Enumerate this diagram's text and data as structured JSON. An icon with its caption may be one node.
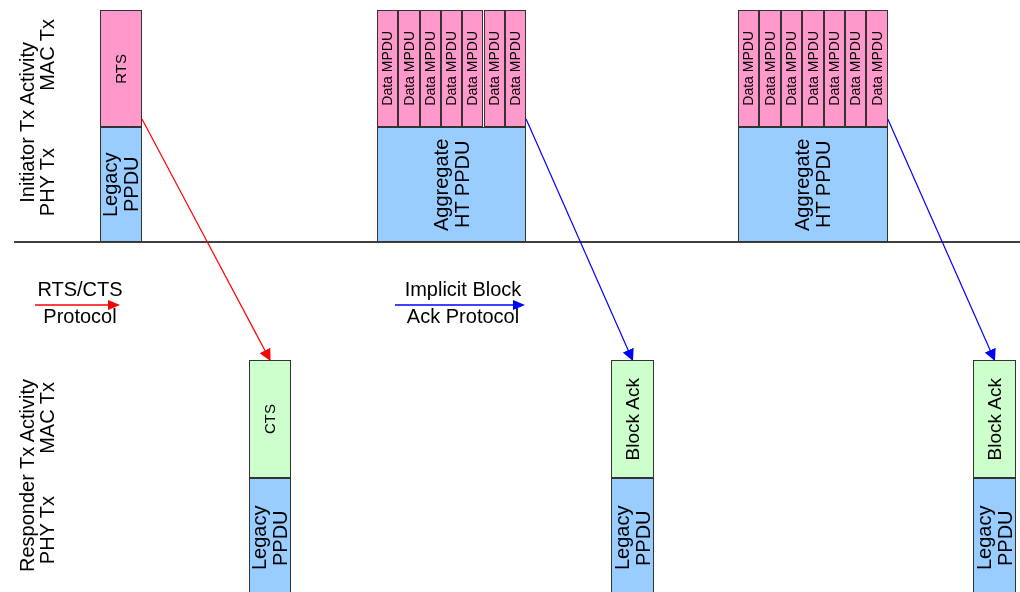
{
  "diagram": {
    "nodes": [
      {
        "text": [
          "RTS"
        ]
      },
      {
        "text": [
          "Legacy PPDU"
        ]
      },
      {
        "text": [
          "Data MPDU"
        ]
      },
      {
        "text": [
          "Data MPDU"
        ]
      },
      {
        "text": [
          "Data MPDU"
        ]
      },
      {
        "text": [
          "Data MPDU"
        ]
      },
      {
        "text": [
          "Data MPDU"
        ]
      },
      {
        "text": [
          "Data MPDU"
        ]
      },
      {
        "text": [
          "Data MPDU"
        ]
      },
      {
        "text": [
          "Aggregate HT PPDU"
        ]
      },
      {
        "text": [
          "Data MPDU"
        ]
      },
      {
        "text": [
          "Data MPDU"
        ]
      },
      {
        "text": [
          "Data MPDU"
        ]
      },
      {
        "text": [
          "Data MPDU"
        ]
      },
      {
        "text": [
          "Data MPDU"
        ]
      },
      {
        "text": [
          "Data MPDU"
        ]
      },
      {
        "text": [
          "Data MPDU"
        ]
      },
      {
        "text": [
          "Aggregate HT PPDU"
        ]
      },
      {
        "text": [
          "CTS"
        ]
      },
      {
        "text": [
          "Legacy PPDU"
        ]
      },
      {
        "text": [
          "Block Ack"
        ]
      },
      {
        "text": [
          "Legacy PPDU"
        ]
      },
      {
        "text": [
          "Block Ack"
        ]
      },
      {
        "text": [
          "Legacy PPDU"
        ]
      }
    ],
    "edges": [
      {
        "from": 0,
        "to": 18,
        "arrow": "to",
        "color": "#ff0000"
      },
      {
        "from": 8,
        "to": 20,
        "arrow": "to"
      },
      {
        "from": 16,
        "to": 22,
        "arrow": "to"
      }
    ],
    "labels": [
      "Initiator Tx Activity",
      "MAC Tx",
      "PHY Tx",
      "Responder Tx Activity",
      "MAC Tx",
      "PHY Tx"
    ],
    "legend": [
      {
        "text": "RTS/CTS Protocol"
      },
      {
        "text": "Implicit Block Ack Protocol"
      }
    ]
  }
}
